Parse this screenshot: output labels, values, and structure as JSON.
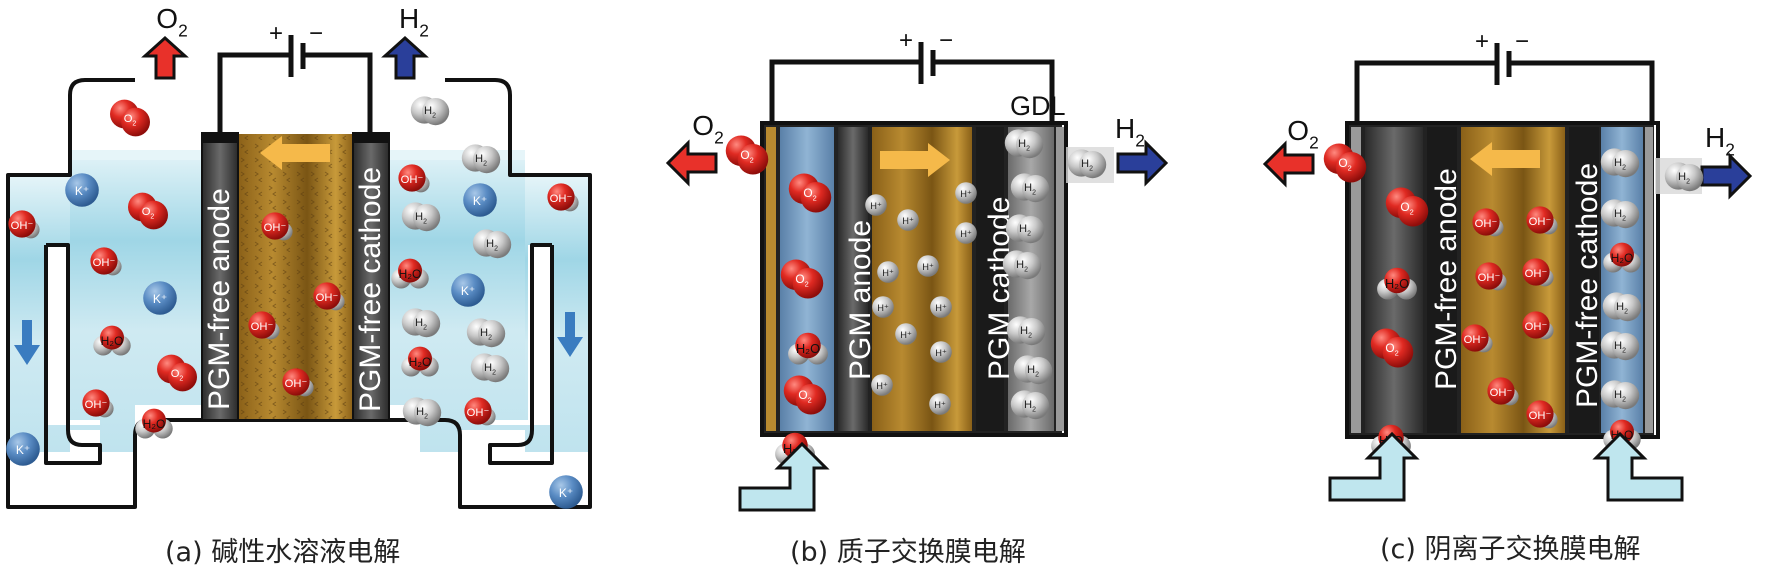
{
  "panels": [
    {
      "id": "a",
      "caption": "(a) 碱性水溶液电解",
      "anode_label": "PGM-free anode",
      "cathode_label": "PGM-free cathode",
      "ion_flow_direction": "left",
      "gas_left": "O2",
      "gas_right": "H2",
      "battery_plus": "+",
      "battery_minus": "−",
      "left_species": [
        "O2",
        "K+",
        "OH-",
        "O2",
        "OH-",
        "K+",
        "H2O",
        "O2",
        "OH-",
        "H2O",
        "OH-",
        "K+"
      ],
      "membrane_species": [
        "OH-",
        "OH-",
        "OH-",
        "OH-"
      ],
      "right_species": [
        "H2",
        "H2",
        "OH-",
        "K+",
        "H2",
        "H2",
        "H2O",
        "K+",
        "H2",
        "H2",
        "H2O",
        "H2",
        "OH-",
        "OH-",
        "K+"
      ]
    },
    {
      "id": "b",
      "caption": "(b) 质子交换膜电解",
      "anode_label": "PGM anode",
      "cathode_label": "PGM cathode",
      "gdl_label": "GDL",
      "ion_flow_direction": "right",
      "gas_left": "O2",
      "gas_right": "H2",
      "battery_plus": "+",
      "battery_minus": "−",
      "anode_species": [
        "O2",
        "O2",
        "O2",
        "H2O",
        "O2",
        "H2O"
      ],
      "membrane_species": [
        "H+",
        "H+",
        "H+",
        "H+",
        "H+",
        "H+",
        "H+",
        "H+",
        "H+",
        "H+",
        "H+",
        "H+",
        "H+"
      ],
      "cathode_species": [
        "H2",
        "H2",
        "H2",
        "H2",
        "H2",
        "H2",
        "H2",
        "H2"
      ]
    },
    {
      "id": "c",
      "caption": "(c) 阴离子交换膜电解",
      "anode_label": "PGM-free anode",
      "cathode_label": "PGM-free cathode",
      "ion_flow_direction": "left",
      "gas_left": "O2",
      "gas_right": "H2",
      "battery_plus": "+",
      "battery_minus": "−",
      "anode_species": [
        "O2",
        "O2",
        "H2O",
        "O2",
        "H2O"
      ],
      "membrane_species": [
        "OH-",
        "OH-",
        "OH-",
        "OH-",
        "OH-",
        "OH-",
        "OH-",
        "OH-"
      ],
      "cathode_species": [
        "H2",
        "H2",
        "H2O",
        "H2",
        "H2",
        "H2",
        "H2O",
        "H2"
      ]
    }
  ],
  "colors": {
    "oxygen": "#e8312a",
    "hydrogen_arrow": "#2a3f9a",
    "electrolyte": "#bfe3ee",
    "membrane": "#a87a28",
    "ion_arrow": "#f5b94a",
    "potassium": "#4a7fb8",
    "water_inlet": "#bfe6ee"
  }
}
